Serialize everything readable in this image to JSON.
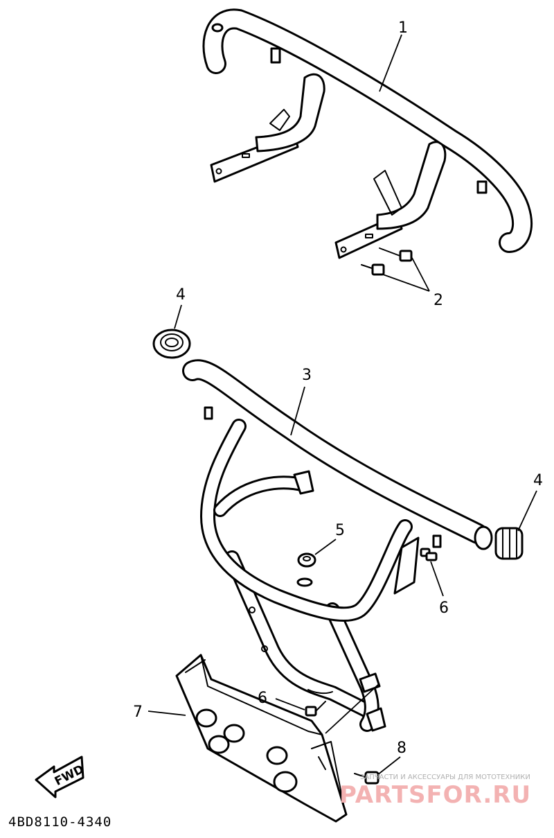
{
  "diagram": {
    "document_number": "4BD8110-4340",
    "direction_label": "FWD",
    "callouts": {
      "part1": "1",
      "part2": "2",
      "part3": "3",
      "part4_top": "4",
      "part4_right": "4",
      "part5": "5",
      "part6_right": "6",
      "part6_lower": "6",
      "part7": "7",
      "part8": "8"
    }
  },
  "watermark": {
    "caption": "ЗАПЧАСТИ И АКСЕССУАРЫ ДЛЯ МОТОТЕХНИКИ",
    "brand": "PARTSFOR.RU"
  }
}
